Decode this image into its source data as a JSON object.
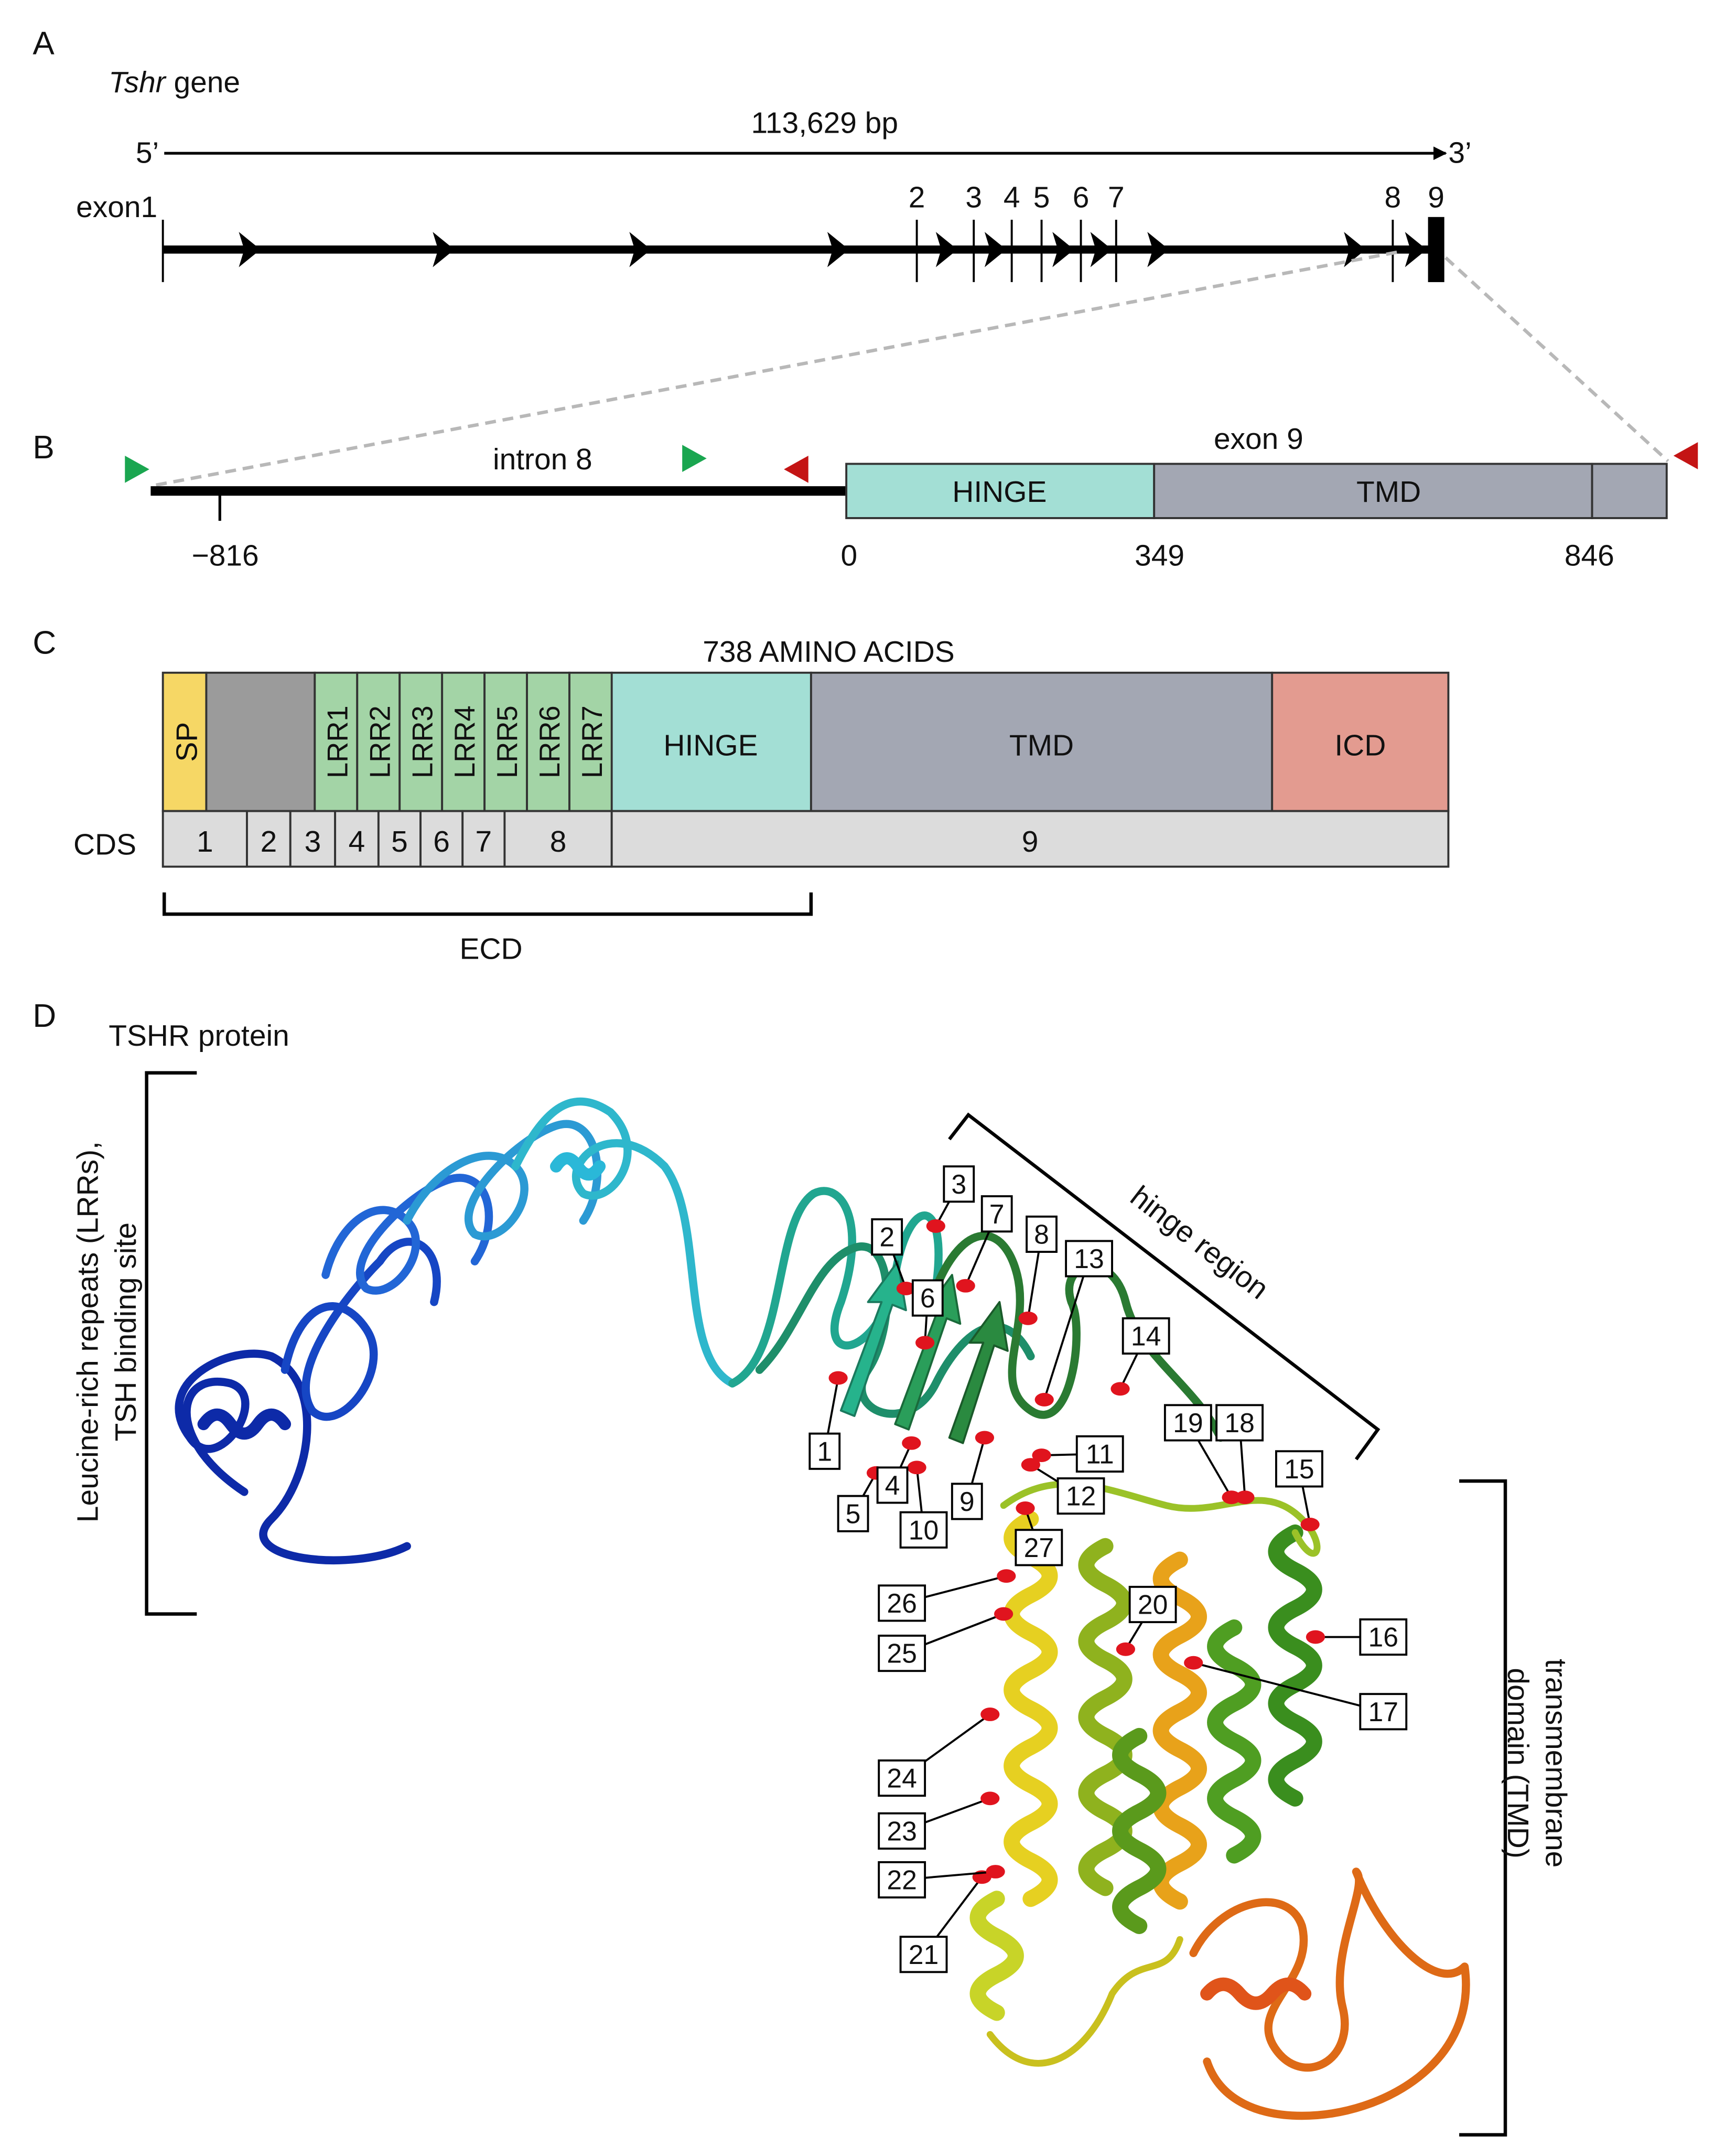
{
  "panels": {
    "a": "A",
    "b": "B",
    "c": "C",
    "d": "D"
  },
  "gene": {
    "title_italic": "Tshr",
    "title_rest": " gene",
    "five_prime": "5’",
    "three_prime": "3’",
    "length": "113,629 bp",
    "exon1_label": "exon1",
    "exon_numbers": [
      "2",
      "3",
      "4",
      "5",
      "6",
      "7",
      "8",
      "9"
    ]
  },
  "zoom": {
    "intron_label": "intron 8",
    "exon_label": "exon 9",
    "hinge": "HINGE",
    "tmd": "TMD",
    "positions": [
      "−816",
      "0",
      "349",
      "846"
    ],
    "primer_forward_color": "#1aa650",
    "primer_reverse_color": "#c41414"
  },
  "protein_map": {
    "title": "738 AMINO ACIDS",
    "sp": "SP",
    "lrrs": [
      "LRR1",
      "LRR2",
      "LRR3",
      "LRR4",
      "LRR5",
      "LRR6",
      "LRR7"
    ],
    "hinge": "HINGE",
    "tmd": "TMD",
    "icd": "ICD",
    "cds_label": "CDS",
    "cds": [
      "1",
      "2",
      "3",
      "4",
      "5",
      "6",
      "7",
      "8",
      "9"
    ],
    "ecd": "ECD",
    "colors": {
      "sp": "#f6d765",
      "n_cap": "#9b9b9b",
      "lrr": "#a3d4a6",
      "hinge": "#a3dfd5",
      "tmd": "#a3a7b3",
      "icd": "#e39b90",
      "cds": "#dcdcdc"
    }
  },
  "structure": {
    "title": "TSHR protein",
    "lrr_label_line1": "Leucine-rich repeats (LRRs),",
    "lrr_label_line2": "TSH binding site",
    "hinge_label": "hinge region",
    "tmd_label_line1": "transmembrane",
    "tmd_label_line2": "domain (TMD)",
    "site_labels": [
      "1",
      "2",
      "3",
      "4",
      "5",
      "6",
      "7",
      "8",
      "9",
      "10",
      "11",
      "12",
      "13",
      "14",
      "15",
      "16",
      "17",
      "18",
      "19",
      "20",
      "21",
      "22",
      "23",
      "24",
      "25",
      "26",
      "27"
    ],
    "mutation_color": "#e0141e"
  }
}
